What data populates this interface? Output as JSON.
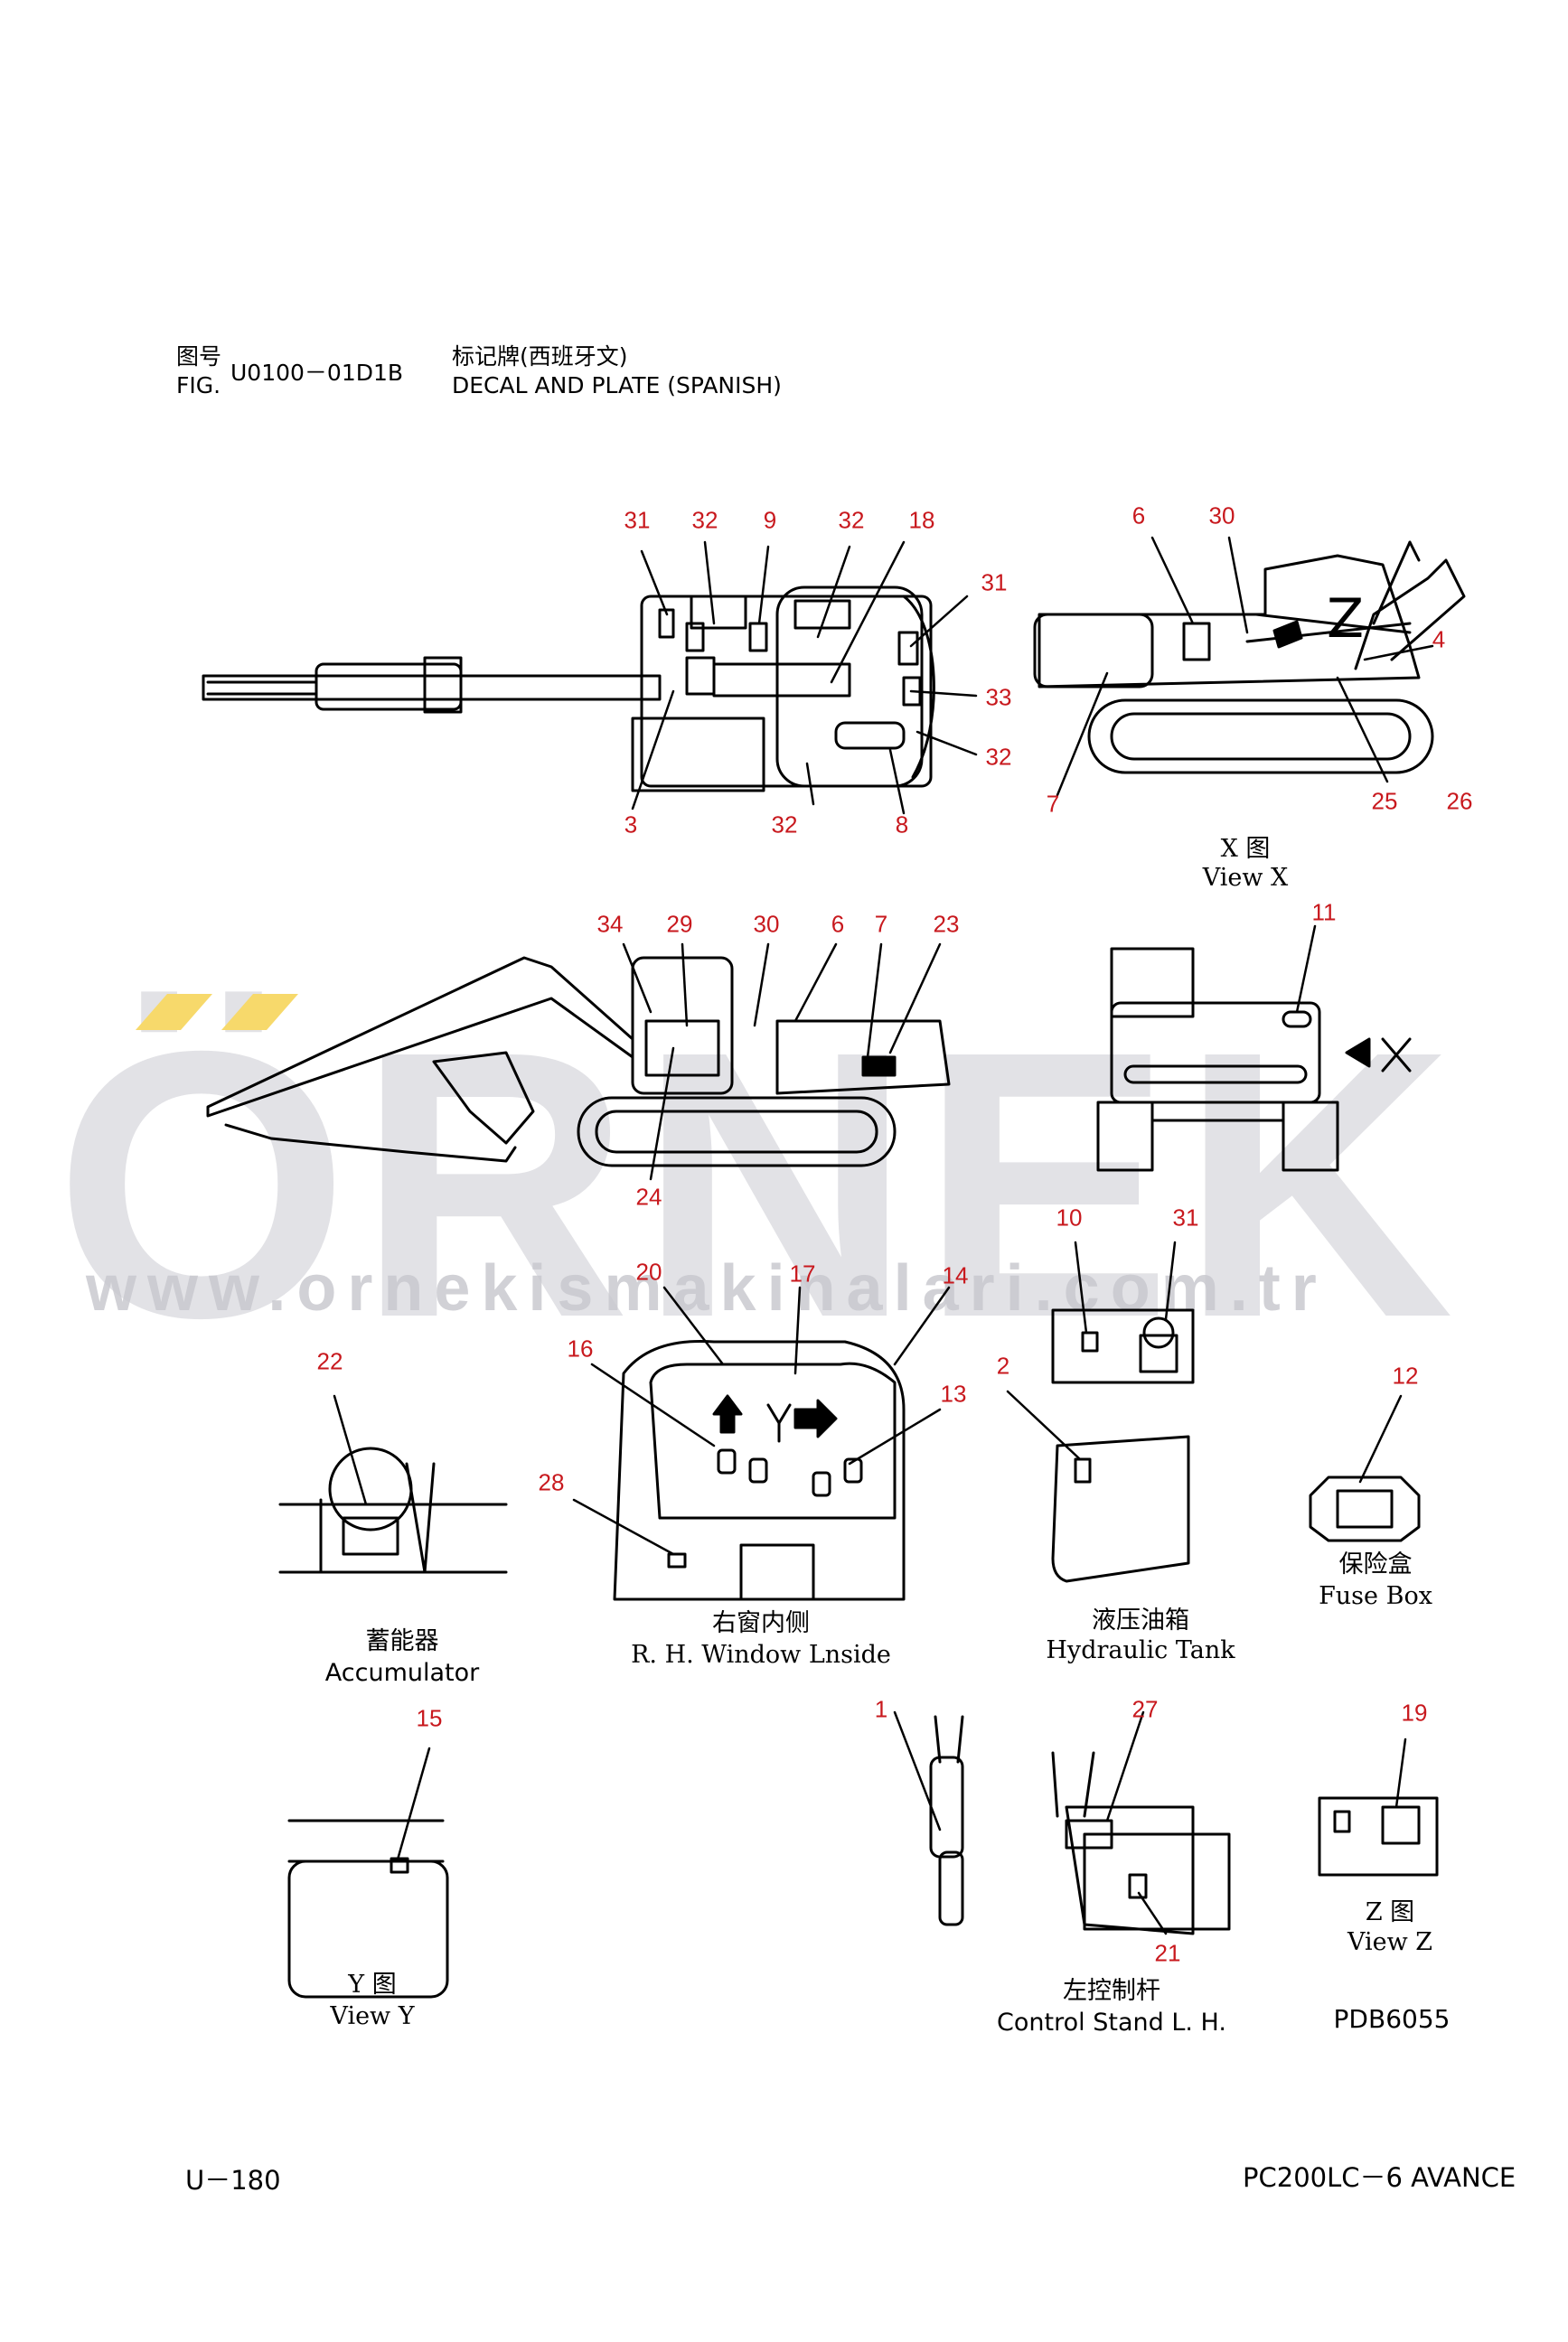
{
  "header": {
    "fig_cn": "图号",
    "fig_en": "FIG.",
    "fig_code": "U0100－01D1B",
    "title_cn": "标记牌(西班牙文)",
    "title_en": "DECAL AND PLATE (SPANISH)"
  },
  "callouts": [
    "31",
    "32",
    "9",
    "32",
    "18",
    "31",
    "33",
    "32",
    "32",
    "8",
    "3",
    "6",
    "30",
    "4",
    "7",
    "25",
    "26",
    "34",
    "29",
    "30",
    "6",
    "7",
    "23",
    "24",
    "11",
    "10",
    "31",
    "20",
    "17",
    "14",
    "16",
    "13",
    "28",
    "22",
    "2",
    "12",
    "15",
    "1",
    "27",
    "21",
    "19"
  ],
  "captions": {
    "view_x_cn": "X 图",
    "view_x_en": "View X",
    "accumulator_cn": "蓄能器",
    "accumulator_en": "Accumulator",
    "rh_window_cn": "右窗内侧",
    "rh_window_en": "R. H. Window Lnside",
    "hydraulic_cn": "液压油箱",
    "hydraulic_en": "Hydraulic Tank",
    "fuse_cn": "保险盒",
    "fuse_en": "Fuse Box",
    "view_y_cn": "Y 图",
    "view_y_en": "View Y",
    "control_cn": "左控制杆",
    "control_en": "Control Stand L. H.",
    "view_z_cn": "Z 图",
    "view_z_en": "View Z",
    "drawing_code": "PDB6055"
  },
  "inline_labels": {
    "x": "X",
    "y": "Y",
    "z": "Z"
  },
  "footer": {
    "page": "U－180",
    "model": "PC200LC－6 AVANCE"
  },
  "watermark": {
    "brand": "ÖRNEK",
    "url": "www.ornekismakinalari.com.tr",
    "accent_color": "#f7d96b"
  },
  "colors": {
    "callout": "#c8191e",
    "line": "#000000"
  }
}
